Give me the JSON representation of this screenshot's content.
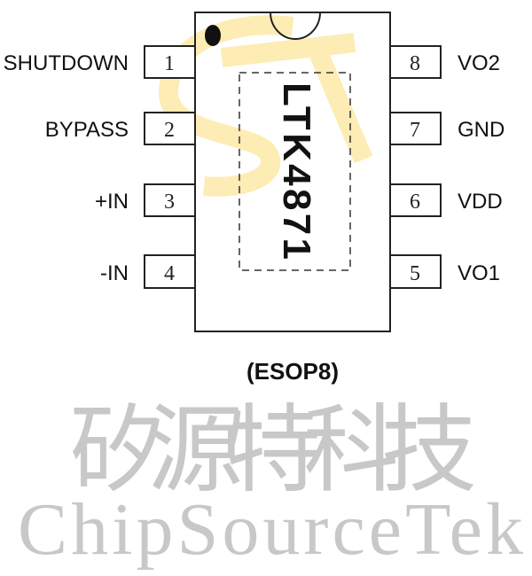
{
  "chip": {
    "part_number": "LTK4871",
    "package": "(ESOP8)"
  },
  "pins": [
    {
      "number": "1",
      "name": "SHUTDOWN"
    },
    {
      "number": "2",
      "name": "BYPASS"
    },
    {
      "number": "3",
      "name": "+IN"
    },
    {
      "number": "4",
      "name": "-IN"
    },
    {
      "number": "5",
      "name": "VO1"
    },
    {
      "number": "6",
      "name": "VDD"
    },
    {
      "number": "7",
      "name": "GND"
    },
    {
      "number": "8",
      "name": "VO2"
    }
  ],
  "watermark": {
    "chinese": "矽源特科技",
    "english": "ChipSourceTek",
    "logo": "ST"
  },
  "colors": {
    "logo": "#fde9a8",
    "watermark": "#c8c8c8",
    "line": "#222222"
  }
}
